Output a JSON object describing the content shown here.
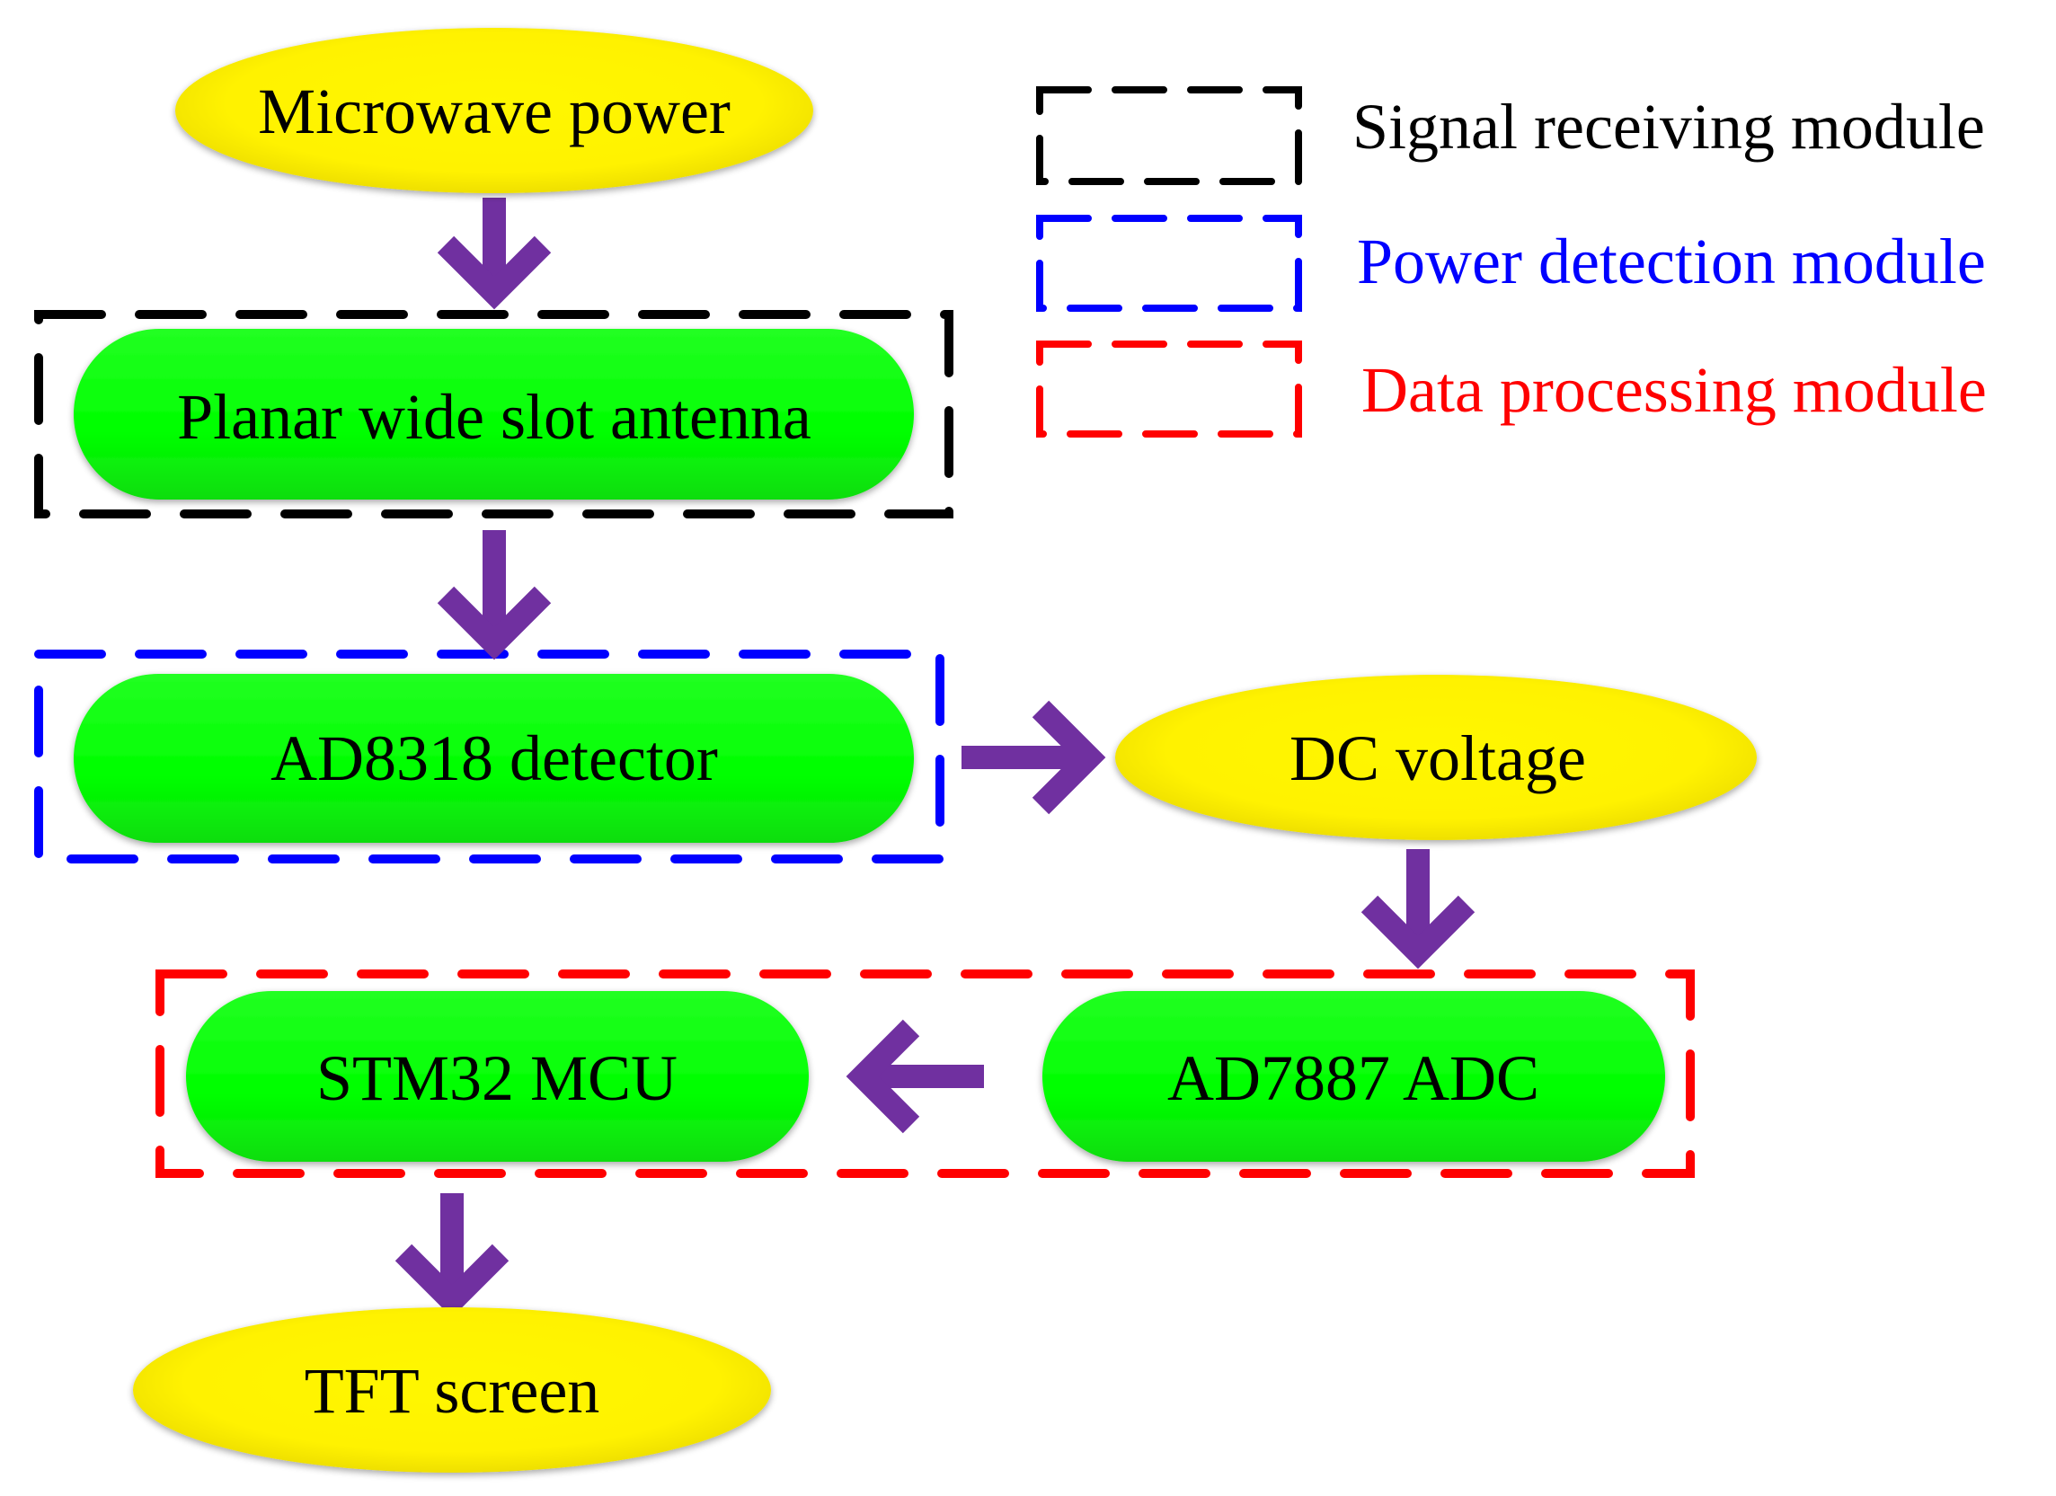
{
  "nodes": {
    "microwave_power": "Microwave power",
    "antenna": "Planar wide slot antenna",
    "detector": "AD8318 detector",
    "dc_voltage": "DC voltage",
    "adc": "AD7887 ADC",
    "mcu": "STM32 MCU",
    "tft": "TFT screen"
  },
  "legend": {
    "signal": "Signal receiving module",
    "power": "Power detection module",
    "data": "Data processing module"
  },
  "colors": {
    "ellipse_fill": "#FFF200",
    "ellipse_glow": "#D8C800",
    "pill_fill": "#00FF00",
    "pill_shade": "#33CC33",
    "arrow": "#7030A0",
    "signal_module": "#000000",
    "power_module": "#0000FF",
    "data_module": "#FF0000"
  }
}
